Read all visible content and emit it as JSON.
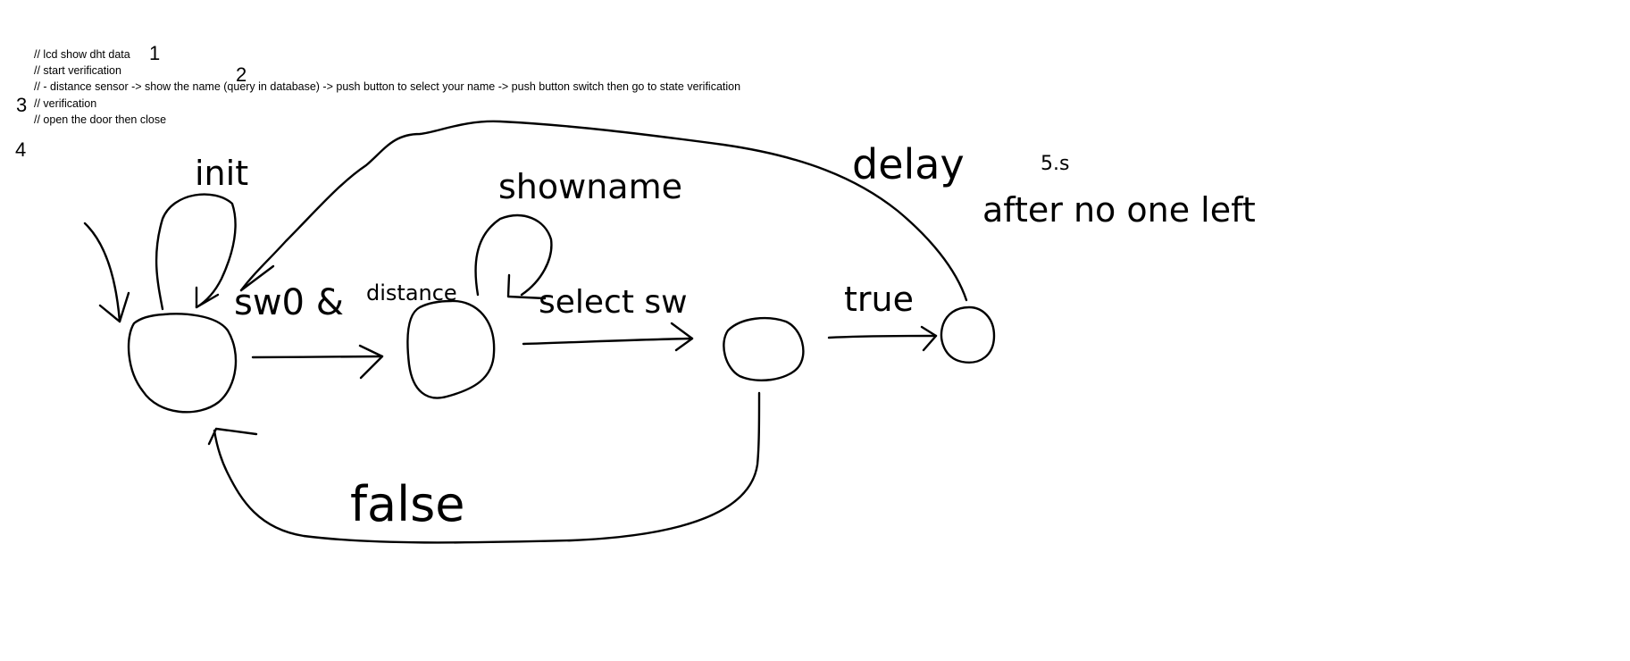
{
  "notes": {
    "lines": [
      "// lcd show dht data",
      "// start verification",
      "//  - distance sensor -> show the name (query in database) -> push button to select your name -> push button switch then go to state verification",
      "// verification",
      "// open the door then close"
    ],
    "markers": [
      "1",
      "2",
      "3",
      "4"
    ]
  },
  "diagram": {
    "labels": {
      "init": "init",
      "sw_distance_1": "sw0 &",
      "sw_distance_2": "distance",
      "showname": "showname",
      "select_sw": "select sw",
      "true": "true",
      "false": "false",
      "delay": "delay",
      "delay_value": "5.s",
      "after": "after no one left"
    }
  },
  "colors": {
    "ink": "#000000",
    "background": "#ffffff"
  }
}
